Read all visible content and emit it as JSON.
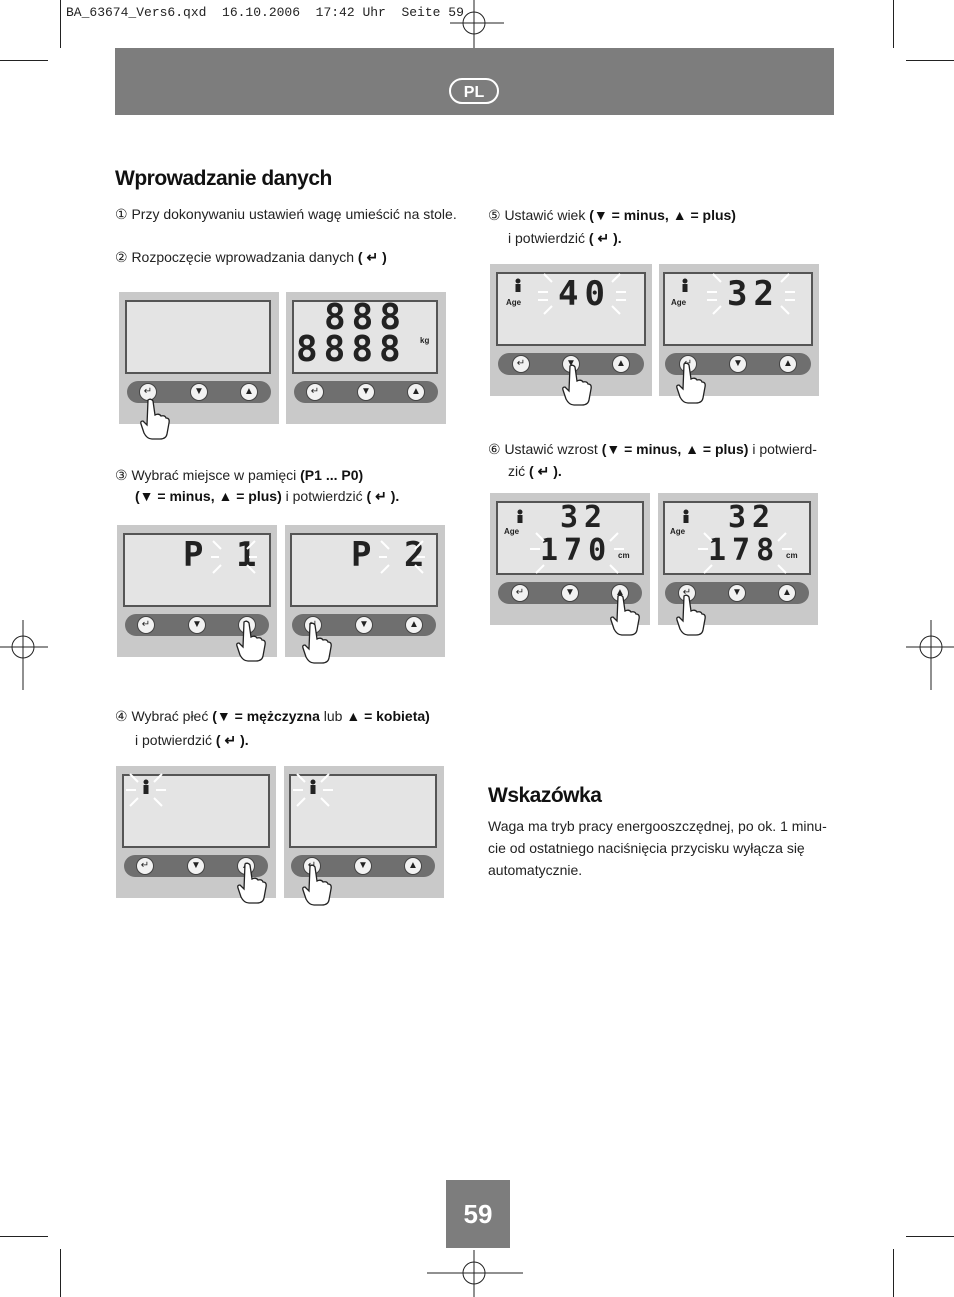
{
  "file_header": "BA_63674_Vers6.qxd  16.10.2006  17:42 Uhr  Seite 59",
  "language_badge": "PL",
  "section_title": "Wprowadzanie danych",
  "steps": {
    "s1": "① Przy dokonywaniu ustawień wagę umieścić na stole.",
    "s2_text": "② Rozpoczęcie wprowadzania danych",
    "s2_key": "( ↵ )",
    "s3_text": "③ Wybrać miejsce w pamięci",
    "s3_bold": "(P1 ... P0)",
    "s3_line2_bold": "(▼ = minus, ▲ = plus)",
    "s3_line2_text": "i potwierdzić",
    "s3_line2_key": "( ↵ ).",
    "s4_text": "④ Wybrać płeć",
    "s4_bold1": "(▼ = mężczyzna",
    "s4_lub": "lub",
    "s4_bold2": "▲ = kobieta)",
    "s4_line2_text": "i potwierdzić",
    "s4_line2_key": "( ↵ ).",
    "s5_text": "⑤ Ustawić wiek",
    "s5_bold": "(▼ = minus, ▲ = plus)",
    "s5_line2_text": "i potwierdzić",
    "s5_line2_key": "( ↵ ).",
    "s6_text": "⑥ Ustawić wzrost",
    "s6_bold": "(▼ = minus, ▲ = plus)",
    "s6_tail": "i potwierd-",
    "s6_line2_text": "zić",
    "s6_line2_key": "( ↵ )."
  },
  "displays": {
    "d2b_top": "888",
    "d2b_bottom": "8888",
    "d2b_unit": "kg",
    "d3a": "P 1",
    "d3b": "P 2",
    "age_label": "Age",
    "d5a": "40",
    "d5b": "32",
    "d6a_top": "32",
    "d6a_bottom": "170",
    "d6b_top": "32",
    "d6b_bottom": "178",
    "height_unit": "cm"
  },
  "tip_title": "Wskazówka",
  "tip_text_lines": [
    "Waga ma tryb pracy energooszczędnej, po ok. 1 minu-",
    "cie od ostatniego naciśnięcia przycisku wyłącza się",
    "automatycznie."
  ],
  "page_number": "59",
  "colors": {
    "banner": "#7d7d7d",
    "panel": "#c9c9c9",
    "button_bar": "#6f6f6f"
  },
  "icons": [
    "enter-icon",
    "down-arrow-icon",
    "up-arrow-icon",
    "pointing-hand-icon",
    "person-icon"
  ]
}
